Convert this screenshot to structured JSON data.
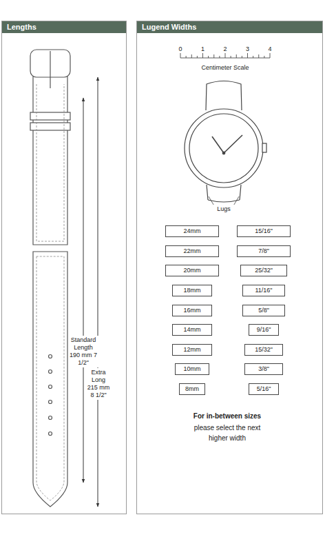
{
  "diagram": {
    "nodes": [
      {
        "text": [
          "Lengths"
        ]
      },
      {
        "text": [
          "Lugend Widths"
        ]
      },
      {
        "text": [
          "24mm"
        ],
        "in": 1
      },
      {
        "text": [
          "15/16\""
        ],
        "in": 1
      },
      {
        "text": [
          "22mm"
        ],
        "in": 1
      },
      {
        "text": [
          "7/8\""
        ],
        "in": 1
      },
      {
        "text": [
          "20mm"
        ],
        "in": 1
      },
      {
        "text": [
          "25/32\""
        ],
        "in": 1
      },
      {
        "text": [
          "18mm"
        ],
        "in": 1
      },
      {
        "text": [
          "11/16\""
        ],
        "in": 1
      },
      {
        "text": [
          "16mm"
        ],
        "in": 1
      },
      {
        "text": [
          "5/8\""
        ],
        "in": 1
      },
      {
        "text": [
          "14mm"
        ],
        "in": 1
      },
      {
        "text": [
          "9/16\""
        ],
        "in": 1
      },
      {
        "text": [
          "12mm"
        ],
        "in": 1
      },
      {
        "text": [
          "15/32\""
        ],
        "in": 1
      },
      {
        "text": [
          "10mm"
        ],
        "in": 1
      },
      {
        "text": [
          "3/8\""
        ],
        "in": 1
      },
      {
        "text": [
          "8mm"
        ],
        "in": 1
      },
      {
        "text": [
          "5/16\""
        ],
        "in": 1
      }
    ],
    "labels": [
      "0",
      "1",
      "2",
      "3",
      "4",
      "Centimeter Scale",
      "Lugs",
      "Standard Length 190 mm 7 1/2\"",
      "Extra Long 215 mm 8 1/2\"",
      "For in-between sizes",
      "please select the next higher width"
    ]
  }
}
